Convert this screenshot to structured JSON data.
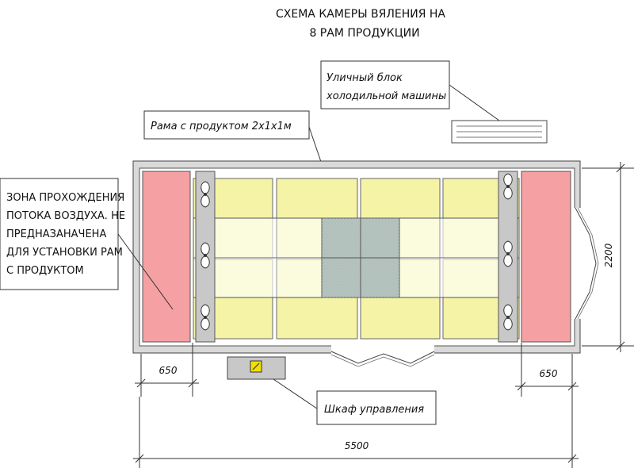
{
  "title_line1": "СХЕМА КАМЕРЫ ВЯЛЕНИЯ НА",
  "title_line2": "8 РАМ ПРОДУКЦИИ",
  "outdoor_unit_line1": "Уличный блок",
  "outdoor_unit_line2": "холодильной машины",
  "frame_label": "Рама с продуктом 2х1х1м",
  "airflow_zone_lines": [
    "ЗОНА ПРОХОЖДЕНИЯ",
    "ПОТОКА ВОЗДУХА. НЕ",
    "ПРЕДНАЗАНАЧЕНА",
    "ДЛЯ УСТАНОВКИ РАМ",
    "С ПРОДУКТОМ"
  ],
  "control_cabinet_label": "Шкаф управления",
  "dimensions": {
    "zone_left": "650",
    "zone_right": "650",
    "total_length": "5500",
    "total_width": "2200"
  },
  "colors": {
    "airflow_zone": "#f5a0a3",
    "product_frame": "#f5f3a6",
    "fan_column": "#c8c8c8",
    "wall_fill": "#d9d9d9",
    "center_overlap": "#b6c4c0",
    "overlay_band": "#ffffff",
    "cabinet_indicator": "#f2e000"
  }
}
